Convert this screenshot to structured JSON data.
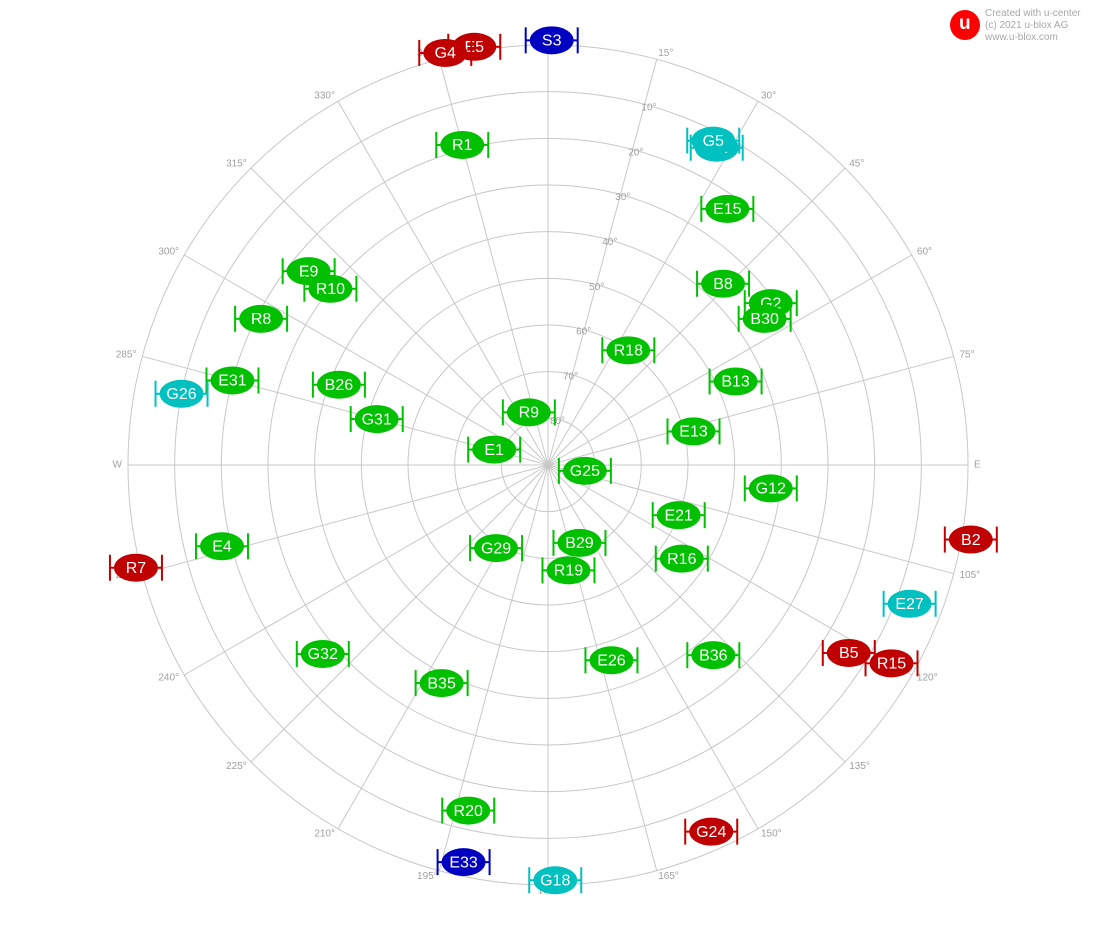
{
  "credits": {
    "logo_letter": "u",
    "line1": "Created with u-center",
    "line2": "(c) 2021 u-blox AG",
    "line3": "www.u-blox.com",
    "logo_color": "#ff0000"
  },
  "skyview": {
    "azimuth_labels": [
      {
        "az": 0,
        "text": "0°"
      },
      {
        "az": 15,
        "text": "15°"
      },
      {
        "az": 30,
        "text": "30°"
      },
      {
        "az": 45,
        "text": "45°"
      },
      {
        "az": 60,
        "text": "60°"
      },
      {
        "az": 75,
        "text": "75°"
      },
      {
        "az": 90,
        "text": "E"
      },
      {
        "az": 105,
        "text": "105°"
      },
      {
        "az": 120,
        "text": "120°"
      },
      {
        "az": 135,
        "text": "135°"
      },
      {
        "az": 150,
        "text": "150°"
      },
      {
        "az": 165,
        "text": "165°"
      },
      {
        "az": 180,
        "text": "180°"
      },
      {
        "az": 195,
        "text": "195°"
      },
      {
        "az": 210,
        "text": "210°"
      },
      {
        "az": 225,
        "text": "225°"
      },
      {
        "az": 240,
        "text": "240°"
      },
      {
        "az": 255,
        "text": "255°"
      },
      {
        "az": 270,
        "text": "W"
      },
      {
        "az": 285,
        "text": "285°"
      },
      {
        "az": 300,
        "text": "300°"
      },
      {
        "az": 315,
        "text": "315°"
      },
      {
        "az": 330,
        "text": "330°"
      },
      {
        "az": 345,
        "text": "345°"
      }
    ],
    "elevation_labels": [
      {
        "el": 10,
        "text": "10°"
      },
      {
        "el": 20,
        "text": "20°"
      },
      {
        "el": 30,
        "text": "30°"
      },
      {
        "el": 40,
        "text": "40°"
      },
      {
        "el": 50,
        "text": "50°"
      },
      {
        "el": 60,
        "text": "60°"
      },
      {
        "el": 70,
        "text": "70°"
      },
      {
        "el": 80,
        "text": "80°"
      }
    ],
    "status_colors": {
      "used": "#00c000",
      "tracked": "#00c0c0",
      "unused": "#c00000",
      "sbas": "#0000c0"
    }
  },
  "satellites": [
    {
      "id": "S3",
      "az": 0.5,
      "el": -1,
      "status": "sbas"
    },
    {
      "id": "E5",
      "az": 350,
      "el": -1,
      "status": "unused"
    },
    {
      "id": "G4",
      "az": 346,
      "el": -1,
      "status": "unused"
    },
    {
      "id": "R17",
      "az": 28,
      "el": 13,
      "status": "tracked"
    },
    {
      "id": "G5",
      "az": 27,
      "el": 12,
      "status": "tracked"
    },
    {
      "id": "R1",
      "az": 345,
      "el": 19,
      "status": "used"
    },
    {
      "id": "E15",
      "az": 35,
      "el": 23,
      "status": "used"
    },
    {
      "id": "E9",
      "az": 309,
      "el": 24,
      "status": "used"
    },
    {
      "id": "R10",
      "az": 309,
      "el": 30,
      "status": "used"
    },
    {
      "id": "B8",
      "az": 44,
      "el": 36,
      "status": "used"
    },
    {
      "id": "R8",
      "az": 297,
      "el": 21,
      "status": "used"
    },
    {
      "id": "G2",
      "az": 54,
      "el": 31,
      "status": "used"
    },
    {
      "id": "B30",
      "az": 56,
      "el": 34,
      "status": "used"
    },
    {
      "id": "E31",
      "az": 285,
      "el": 20,
      "status": "used"
    },
    {
      "id": "B26",
      "az": 291,
      "el": 42,
      "status": "used"
    },
    {
      "id": "R18",
      "az": 35,
      "el": 60,
      "status": "used"
    },
    {
      "id": "G26",
      "az": 281,
      "el": 10,
      "status": "tracked"
    },
    {
      "id": "B13",
      "az": 66,
      "el": 46,
      "status": "used"
    },
    {
      "id": "G31",
      "az": 285,
      "el": 52,
      "status": "used"
    },
    {
      "id": "R9",
      "az": 340,
      "el": 78,
      "status": "used"
    },
    {
      "id": "E1",
      "az": 286,
      "el": 78,
      "status": "used"
    },
    {
      "id": "E13",
      "az": 77,
      "el": 58,
      "status": "used"
    },
    {
      "id": "G25",
      "az": 99,
      "el": 82,
      "status": "used"
    },
    {
      "id": "G12",
      "az": 96,
      "el": 42,
      "status": "used"
    },
    {
      "id": "B2",
      "az": 100,
      "el": -2,
      "status": "unused"
    },
    {
      "id": "E21",
      "az": 111,
      "el": 60,
      "status": "used"
    },
    {
      "id": "R7",
      "az": 256,
      "el": -1,
      "status": "unused"
    },
    {
      "id": "E4",
      "az": 256,
      "el": 18,
      "status": "used"
    },
    {
      "id": "B29",
      "az": 158,
      "el": 72,
      "status": "used"
    },
    {
      "id": "G29",
      "az": 212,
      "el": 69,
      "status": "used"
    },
    {
      "id": "R19",
      "az": 169,
      "el": 67,
      "status": "used"
    },
    {
      "id": "R16",
      "az": 125,
      "el": 55,
      "status": "used"
    },
    {
      "id": "E27",
      "az": 111,
      "el": 7,
      "status": "tracked"
    },
    {
      "id": "B5",
      "az": 122,
      "el": 14,
      "status": "unused"
    },
    {
      "id": "R15",
      "az": 120,
      "el": 5,
      "status": "unused"
    },
    {
      "id": "B36",
      "az": 139,
      "el": 36,
      "status": "used"
    },
    {
      "id": "G32",
      "az": 230,
      "el": 27,
      "status": "used"
    },
    {
      "id": "E26",
      "az": 162,
      "el": 46,
      "status": "used"
    },
    {
      "id": "B35",
      "az": 206,
      "el": 38,
      "status": "used"
    },
    {
      "id": "R20",
      "az": 193,
      "el": 14,
      "status": "used"
    },
    {
      "id": "G24",
      "az": 156,
      "el": 4,
      "status": "unused"
    },
    {
      "id": "E33",
      "az": 192,
      "el": 3,
      "status": "sbas"
    },
    {
      "id": "G18",
      "az": 179,
      "el": 1,
      "status": "tracked"
    }
  ]
}
